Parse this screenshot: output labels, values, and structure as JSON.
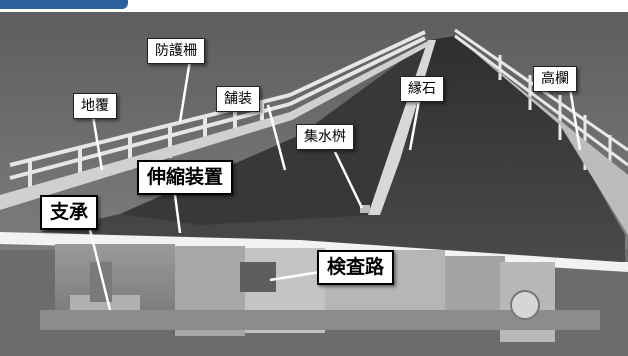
{
  "labels": {
    "handrail": "防護柵",
    "ground_cover": "地覆",
    "pavement": "舗装",
    "catch_basin": "集水桝",
    "curb": "縁石",
    "high_rail": "高欄",
    "expansion_joint": "伸縮装置",
    "bearing": "支承",
    "inspection_path": "検査路"
  },
  "colors": {
    "header_tab": "#2b5f9e",
    "sky": "#6f6f6f",
    "asphalt": "#3b3b3b",
    "concrete": "#cfcfcf"
  }
}
